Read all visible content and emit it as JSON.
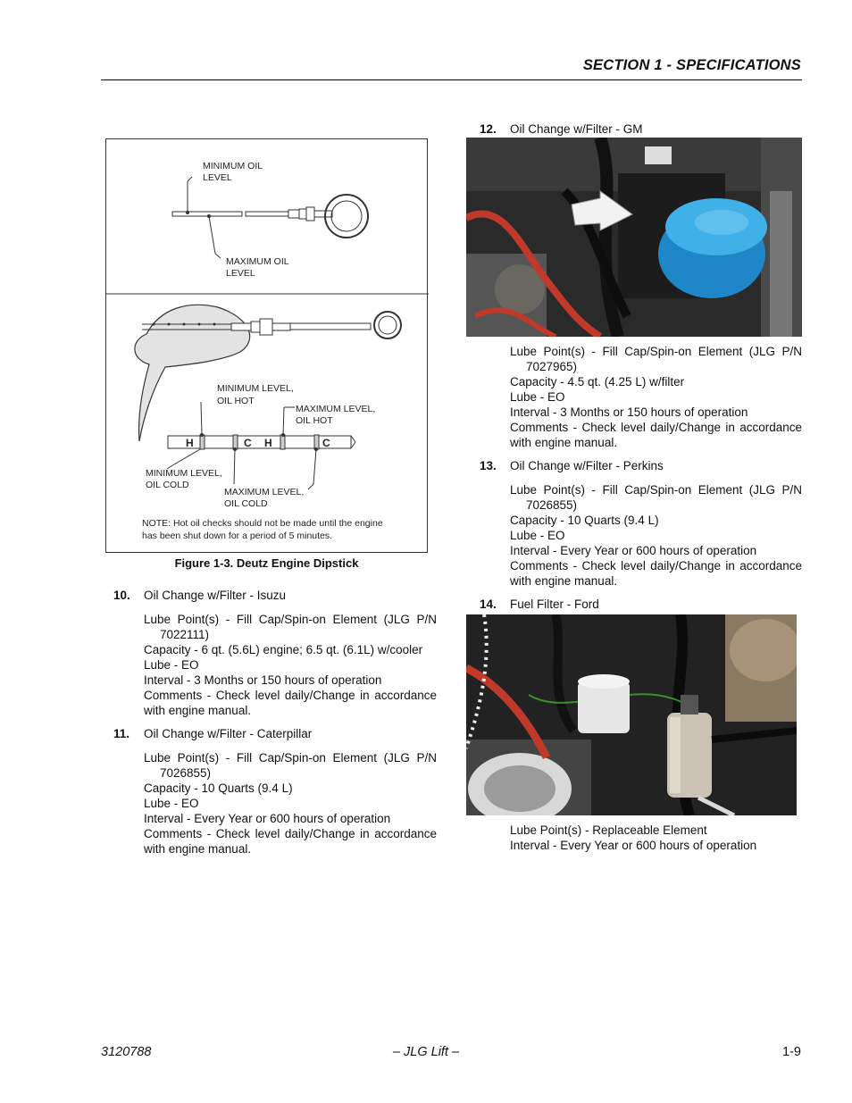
{
  "header": {
    "section_title": "SECTION 1 - SPECIFICATIONS"
  },
  "figure": {
    "caption": "Figure 1-3.  Deutz Engine Dipstick",
    "top_labels": {
      "min_oil": [
        "MINIMUM OIL",
        "LEVEL"
      ],
      "max_oil": [
        "MAXIMUM OIL",
        "LEVEL"
      ]
    },
    "bottom_labels": {
      "min_hot": [
        "MINIMUM LEVEL,",
        "OIL HOT"
      ],
      "max_hot": [
        "MAXIMUM LEVEL,",
        "OIL HOT"
      ],
      "min_cold": [
        "MINIMUM LEVEL,",
        "OIL COLD"
      ],
      "max_cold": [
        "MAXIMUM LEVEL,",
        "OIL COLD"
      ]
    },
    "marks": {
      "h": "H",
      "c": "C"
    },
    "note": [
      "NOTE: Hot oil checks should not be made until the engine",
      "has been shut down for a period of 5 minutes."
    ]
  },
  "steps": {
    "s10": {
      "num": "10.",
      "title": "Oil Change w/Filter - Isuzu",
      "lines": [
        "Lube Point(s) - Fill Cap/Spin-on Element (JLG P/N 7022111)",
        "Capacity - 6 qt. (5.6L) engine; 6.5 qt. (6.1L) w/cooler",
        "Lube - EO",
        "Interval - 3 Months or 150 hours of operation",
        "Comments - Check level daily/Change in accordance with engine manual."
      ]
    },
    "s11": {
      "num": "11.",
      "title": "Oil Change w/Filter - Caterpillar",
      "lines": [
        "Lube Point(s) - Fill Cap/Spin-on Element (JLG P/N 7026855)",
        "Capacity - 10 Quarts (9.4 L)",
        "Lube - EO",
        "Interval - Every Year or 600 hours of operation",
        "Comments - Check level daily/Change in accordance with engine manual."
      ]
    },
    "s12": {
      "num": "12.",
      "title": "Oil Change w/Filter - GM",
      "lines": [
        "Lube Point(s) - Fill Cap/Spin-on Element (JLG P/N 7027965)",
        "Capacity - 4.5 qt. (4.25 L) w/filter",
        "Lube - EO",
        "Interval - 3 Months or 150 hours of operation",
        "Comments - Check level daily/Change in accordance with engine manual."
      ]
    },
    "s13": {
      "num": "13.",
      "title": "Oil Change w/Filter - Perkins",
      "lines": [
        "Lube Point(s) - Fill Cap/Spin-on Element (JLG P/N 7026855)",
        "Capacity - 10 Quarts (9.4 L)",
        "Lube - EO",
        "Interval - Every Year or 600 hours of operation",
        "Comments - Check level daily/Change in accordance with engine manual."
      ]
    },
    "s14": {
      "num": "14.",
      "title": "Fuel Filter - Ford",
      "lines": [
        "Lube Point(s) - Replaceable Element",
        "Interval - Every Year or 600 hours of operation"
      ]
    }
  },
  "footer": {
    "doc_number": "3120788",
    "center": "– JLG Lift –",
    "page": "1-9"
  },
  "colors": {
    "rule": "#000000",
    "filter_blue": "#2a9fd6"
  }
}
